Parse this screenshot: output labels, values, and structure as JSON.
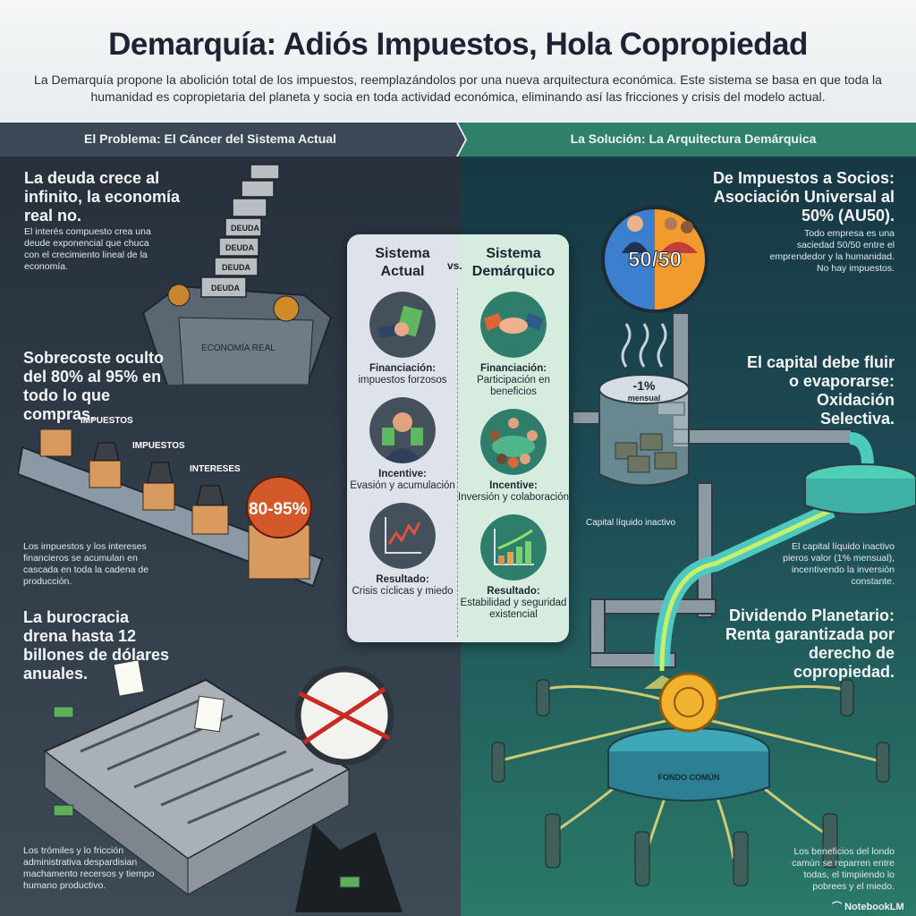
{
  "header": {
    "title": "Demarquía: Adiós Impuestos, Hola Copropiedad",
    "intro": "La Demarquía propone la abolición total de los impuestos, reemplazándolos por una nueva arquitectura económica. Este sistema se basa en que toda la humanidad es copropietaria del planeta y socia en toda actividad económica, eliminando así las fricciones y crisis del modelo actual."
  },
  "problem": {
    "band": "El Problema: El Cáncer del Sistema Actual",
    "debt": {
      "heading": "La deuda crece al infinito, la economía real no.",
      "text": "El interés compuesto crea una deude exponencial que chuca con el crecimiento lineal de la economía.",
      "block_label": "DEUDA",
      "rock_label": "ECONOMÍA REAL"
    },
    "cost": {
      "heading": "Sobrecoste oculto del 80% al 95% en todo lo que compras.",
      "labels": [
        "IMPUESTOS",
        "IMPUESTOS",
        "INTERESES"
      ],
      "bag": "80-95%",
      "text": "Los impuestos y los intereses financieros se acumulan en cascada en toda la cadena de producción."
    },
    "bureaucracy": {
      "heading": "La burocracia drena hasta 12 billones de dólares anuales.",
      "text": "Los trómiles y lo fricción administrativa despardisian machamento recersos y tiempo humano productivo."
    }
  },
  "comparison": {
    "left_title": "Sistema Actual",
    "vs": "vs.",
    "right_title": "Sistema Demárquico",
    "rows": [
      {
        "left_label": "Financiación:",
        "left_value": "impuestos forzosos",
        "right_label": "Financiación:",
        "right_value": "Participación en beneficios"
      },
      {
        "left_label": "Incentive:",
        "left_value": "Evasión y acumulación",
        "right_label": "Incentive:",
        "right_value": "Inversión y colaboración"
      },
      {
        "left_label": "Resultado:",
        "left_value": "Crisis cíclicas y miedo",
        "right_label": "Resultado:",
        "right_value": "Estabilidad y seguridad existencial"
      }
    ]
  },
  "solution": {
    "band": "La Solución: La Arquitectura Demárquica",
    "au50": {
      "heading": "De Impuestos a Socios: Asociación Universal al 50% (AU50).",
      "text": "Todo empresa es una saciedad 50/50 entre el emprendedor y la humanidad. No hay impuestos.",
      "badge": "50/50"
    },
    "oxidation": {
      "heading": "El capital debe fluir o evaporarse: Oxidación Selectiva.",
      "tank_rate": "-1%",
      "tank_period": "mensual",
      "tank_label": "Capital líquido inactivo",
      "text": "El capital líquido inactivo pieros valor (1% mensual), incentivendo la inversión constante."
    },
    "dividend": {
      "heading": "Dividendo Planetario: Renta garantizada por derecho de copropiedad.",
      "fund_label": "FONDO COMÚN",
      "text": "Los beneficios del londo camún se reparren entre todas, el timpiiendo lo pobrees y el miedo."
    }
  },
  "footer": {
    "brand": "NotebookLM"
  },
  "colors": {
    "problem": "#3c4857",
    "solution": "#2f8069",
    "accent": "#e0582f"
  }
}
